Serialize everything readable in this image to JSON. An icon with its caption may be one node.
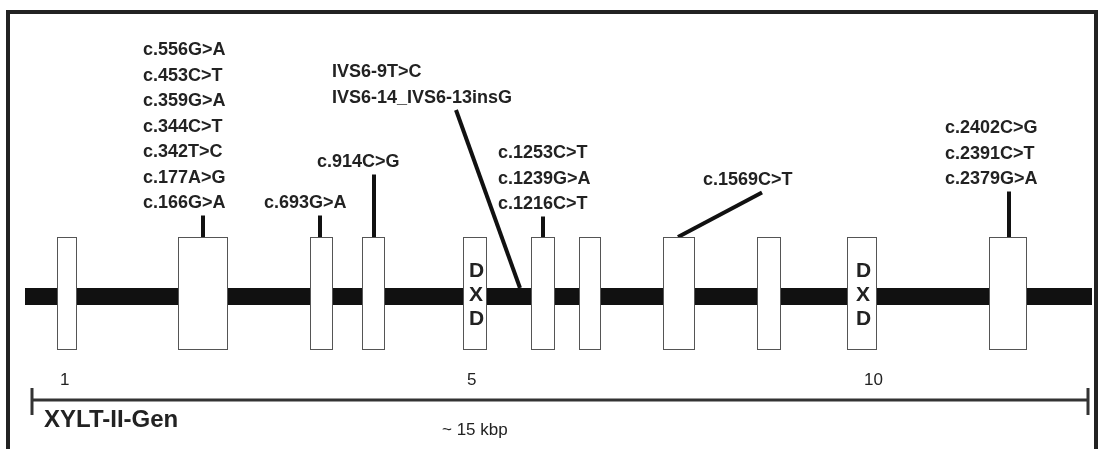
{
  "diagram": {
    "nodes": [
      {
        "text": [
          "c.556G>A",
          "c.453C>T",
          "c.359G>A",
          "c.344C>T",
          "c.342T>C",
          "c.177A>G",
          "c.166G>A"
        ]
      },
      {
        "text": [
          "IVS6-9T>C",
          "IVS6-14_IVS6-13insG"
        ]
      },
      {
        "text": [
          "c.914C>G"
        ]
      },
      {
        "text": [
          "c.693G>A"
        ]
      },
      {
        "text": [
          "c.1253C>T",
          "c.1239G>A",
          "c.1216C>T"
        ]
      },
      {
        "text": [
          "c.1569C>T"
        ]
      },
      {
        "text": [
          "c.2402C>G",
          "c.2391C>T",
          "c.2379G>A"
        ]
      },
      {
        "text": [],
        "shape": "box"
      },
      {
        "text": [],
        "shape": "box"
      },
      {
        "text": [],
        "shape": "box"
      },
      {
        "text": [],
        "shape": "box"
      },
      {
        "text": [
          "D X D"
        ]
      },
      {
        "text": [],
        "shape": "box"
      },
      {
        "text": [],
        "shape": "box"
      },
      {
        "text": [],
        "shape": "box"
      },
      {
        "text": [],
        "shape": "box"
      },
      {
        "text": [
          "D X D"
        ]
      },
      {
        "text": [],
        "shape": "box"
      },
      {
        "text": [],
        "shape": "bar"
      }
    ],
    "edges": [
      {
        "from": 0,
        "to": 8,
        "arrow": "none"
      },
      {
        "from": 1,
        "to": 18,
        "arrow": "none"
      },
      {
        "from": 2,
        "to": 10,
        "arrow": "none"
      },
      {
        "from": 3,
        "to": 9,
        "arrow": "none"
      },
      {
        "from": 4,
        "to": 12,
        "arrow": "none"
      },
      {
        "from": 5,
        "to": 14,
        "arrow": "none"
      },
      {
        "from": 6,
        "to": 17,
        "arrow": "none"
      }
    ],
    "labels": [
      "1",
      "5",
      "10",
      "XYLT-II-Gen",
      "~ 15 kbp"
    ]
  }
}
